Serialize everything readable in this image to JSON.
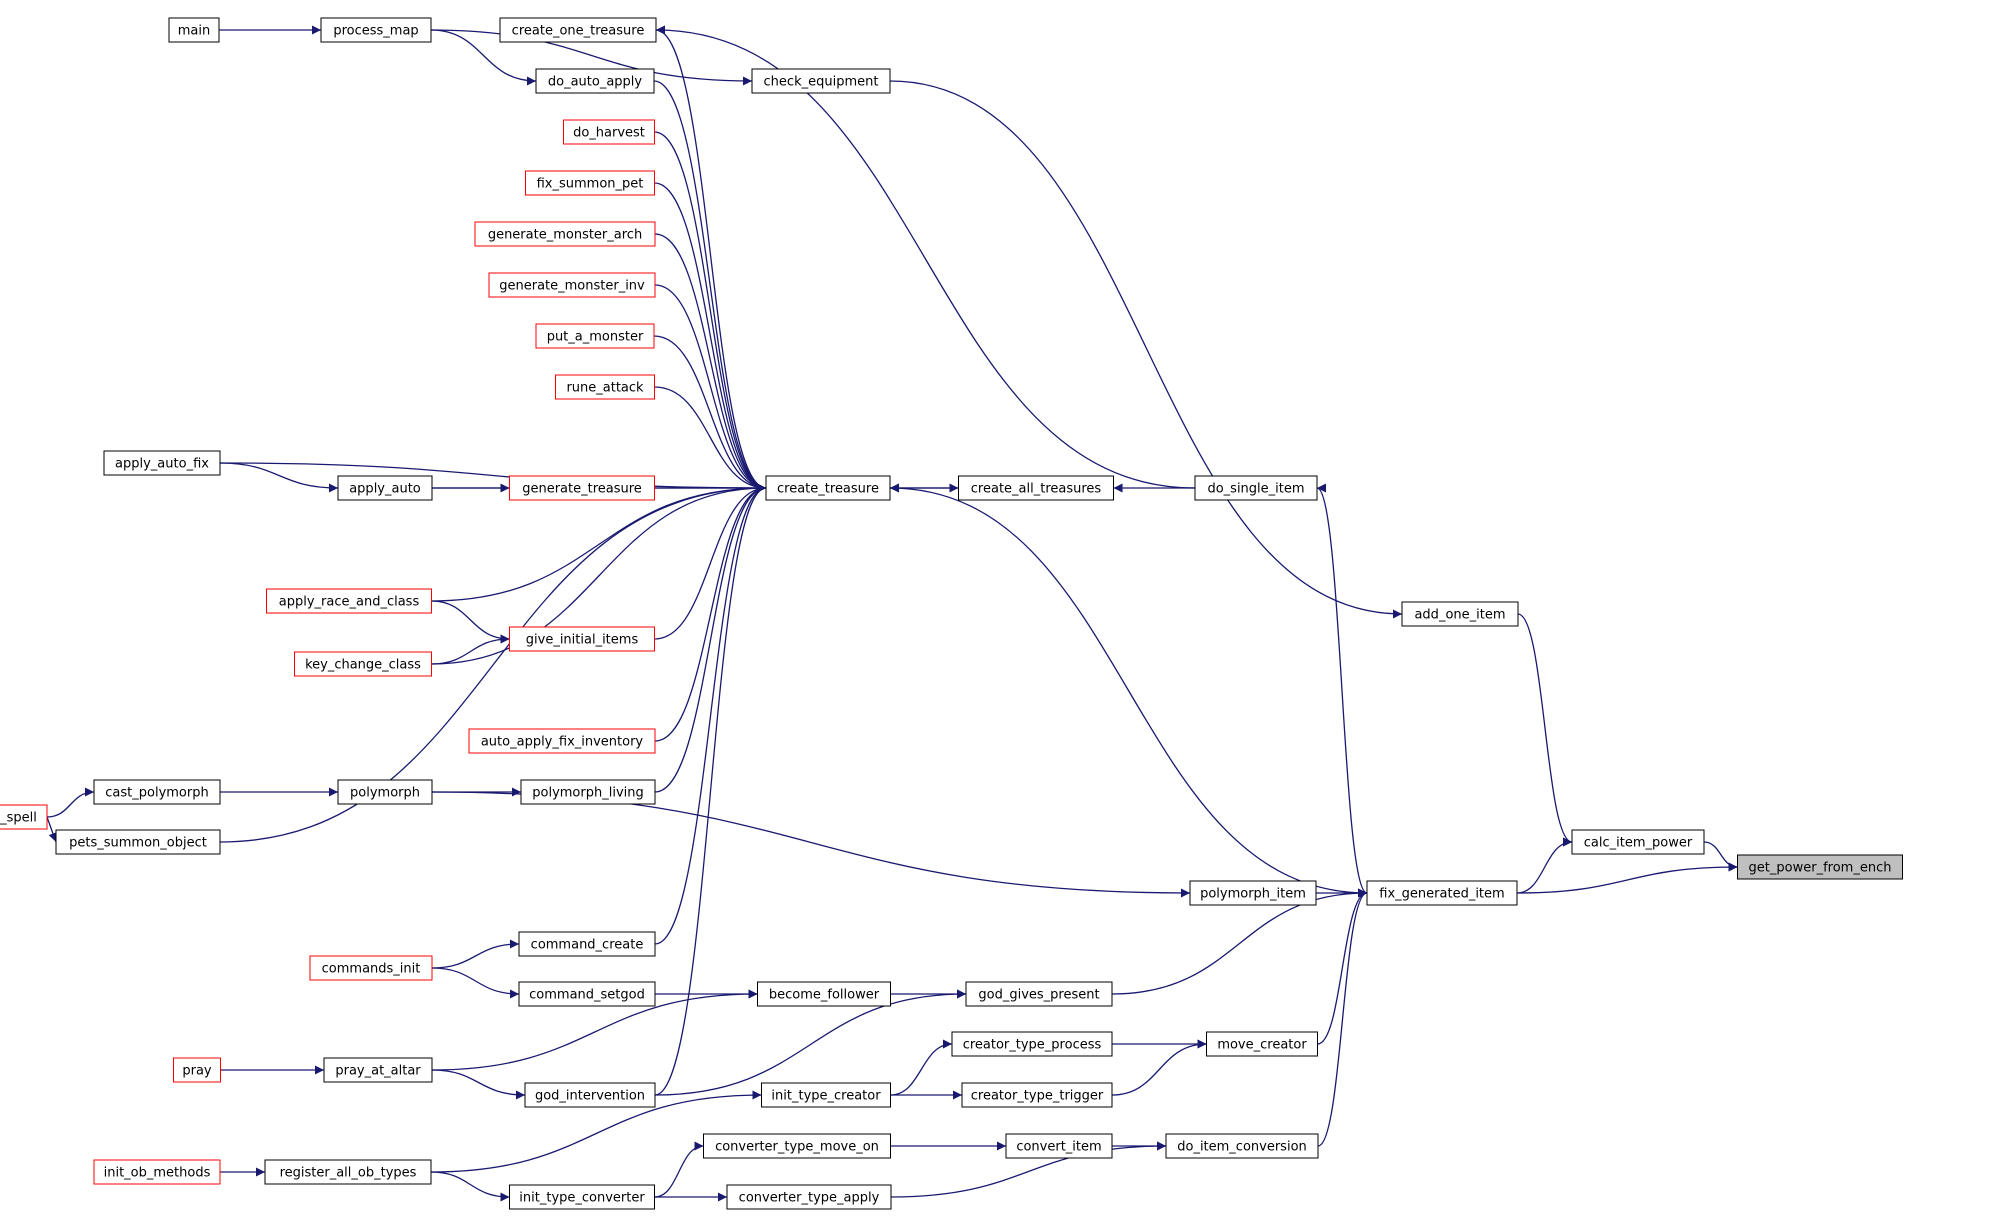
{
  "colors": {
    "edge": "#191970",
    "node_border": "#000000",
    "node_border_truncated": "#ff0000",
    "node_fill": "#ffffff",
    "focus_fill": "#bfbfbf"
  },
  "nodes": [
    {
      "id": "main",
      "label": "main",
      "style": "normal"
    },
    {
      "id": "process_map",
      "label": "process_map",
      "style": "normal"
    },
    {
      "id": "create_one_treasure",
      "label": "create_one_treasure",
      "style": "normal"
    },
    {
      "id": "check_equipment",
      "label": "check_equipment",
      "style": "normal"
    },
    {
      "id": "do_auto_apply",
      "label": "do_auto_apply",
      "style": "normal"
    },
    {
      "id": "do_harvest",
      "label": "do_harvest",
      "style": "truncated"
    },
    {
      "id": "fix_summon_pet",
      "label": "fix_summon_pet",
      "style": "truncated"
    },
    {
      "id": "generate_monster_arch",
      "label": "generate_monster_arch",
      "style": "truncated"
    },
    {
      "id": "generate_monster_inv",
      "label": "generate_monster_inv",
      "style": "truncated"
    },
    {
      "id": "put_a_monster",
      "label": "put_a_monster",
      "style": "truncated"
    },
    {
      "id": "rune_attack",
      "label": "rune_attack",
      "style": "truncated"
    },
    {
      "id": "apply_auto_fix",
      "label": "apply_auto_fix",
      "style": "normal"
    },
    {
      "id": "apply_auto",
      "label": "apply_auto",
      "style": "normal"
    },
    {
      "id": "generate_treasure",
      "label": "generate_treasure",
      "style": "truncated"
    },
    {
      "id": "create_treasure",
      "label": "create_treasure",
      "style": "normal"
    },
    {
      "id": "create_all_treasures",
      "label": "create_all_treasures",
      "style": "normal"
    },
    {
      "id": "do_single_item",
      "label": "do_single_item",
      "style": "normal"
    },
    {
      "id": "apply_race_and_class",
      "label": "apply_race_and_class",
      "style": "truncated"
    },
    {
      "id": "give_initial_items",
      "label": "give_initial_items",
      "style": "truncated"
    },
    {
      "id": "key_change_class",
      "label": "key_change_class",
      "style": "truncated"
    },
    {
      "id": "add_one_item",
      "label": "add_one_item",
      "style": "normal"
    },
    {
      "id": "auto_apply_fix_inventory",
      "label": "auto_apply_fix_inventory",
      "style": "truncated"
    },
    {
      "id": "cast_polymorph",
      "label": "cast_polymorph",
      "style": "normal"
    },
    {
      "id": "polymorph",
      "label": "polymorph",
      "style": "normal"
    },
    {
      "id": "polymorph_living",
      "label": "polymorph_living",
      "style": "normal"
    },
    {
      "id": "cast_spell",
      "label": "cast_spell",
      "style": "truncated"
    },
    {
      "id": "pets_summon_object",
      "label": "pets_summon_object",
      "style": "normal"
    },
    {
      "id": "calc_item_power",
      "label": "calc_item_power",
      "style": "normal"
    },
    {
      "id": "get_power_from_ench",
      "label": "get_power_from_ench",
      "style": "focus"
    },
    {
      "id": "polymorph_item",
      "label": "polymorph_item",
      "style": "normal"
    },
    {
      "id": "fix_generated_item",
      "label": "fix_generated_item",
      "style": "normal"
    },
    {
      "id": "command_create",
      "label": "command_create",
      "style": "normal"
    },
    {
      "id": "commands_init",
      "label": "commands_init",
      "style": "truncated"
    },
    {
      "id": "command_setgod",
      "label": "command_setgod",
      "style": "normal"
    },
    {
      "id": "become_follower",
      "label": "become_follower",
      "style": "normal"
    },
    {
      "id": "god_gives_present",
      "label": "god_gives_present",
      "style": "normal"
    },
    {
      "id": "creator_type_process",
      "label": "creator_type_process",
      "style": "normal"
    },
    {
      "id": "move_creator",
      "label": "move_creator",
      "style": "normal"
    },
    {
      "id": "pray",
      "label": "pray",
      "style": "truncated"
    },
    {
      "id": "pray_at_altar",
      "label": "pray_at_altar",
      "style": "normal"
    },
    {
      "id": "god_intervention",
      "label": "god_intervention",
      "style": "normal"
    },
    {
      "id": "init_type_creator",
      "label": "init_type_creator",
      "style": "normal"
    },
    {
      "id": "creator_type_trigger",
      "label": "creator_type_trigger",
      "style": "normal"
    },
    {
      "id": "converter_type_move_on",
      "label": "converter_type_move_on",
      "style": "normal"
    },
    {
      "id": "convert_item",
      "label": "convert_item",
      "style": "normal"
    },
    {
      "id": "do_item_conversion",
      "label": "do_item_conversion",
      "style": "normal"
    },
    {
      "id": "init_ob_methods",
      "label": "init_ob_methods",
      "style": "truncated"
    },
    {
      "id": "register_all_ob_types",
      "label": "register_all_ob_types",
      "style": "normal"
    },
    {
      "id": "init_type_converter",
      "label": "init_type_converter",
      "style": "normal"
    },
    {
      "id": "converter_type_apply",
      "label": "converter_type_apply",
      "style": "normal"
    }
  ],
  "edges": [
    {
      "from": "main",
      "to": "process_map"
    },
    {
      "from": "process_map",
      "to": "check_equipment"
    },
    {
      "from": "process_map",
      "to": "do_auto_apply"
    },
    {
      "from": "create_treasure",
      "to": "create_one_treasure"
    },
    {
      "from": "do_single_item",
      "to": "create_one_treasure"
    },
    {
      "from": "check_equipment",
      "to": "add_one_item"
    },
    {
      "from": "do_auto_apply",
      "to": "create_treasure"
    },
    {
      "from": "do_harvest",
      "to": "create_treasure"
    },
    {
      "from": "fix_summon_pet",
      "to": "create_treasure"
    },
    {
      "from": "generate_monster_arch",
      "to": "create_treasure"
    },
    {
      "from": "generate_monster_inv",
      "to": "create_treasure"
    },
    {
      "from": "put_a_monster",
      "to": "create_treasure"
    },
    {
      "from": "rune_attack",
      "to": "create_treasure"
    },
    {
      "from": "apply_auto_fix",
      "to": "create_treasure"
    },
    {
      "from": "apply_auto_fix",
      "to": "apply_auto"
    },
    {
      "from": "apply_auto",
      "to": "generate_treasure"
    },
    {
      "from": "apply_auto",
      "to": "create_treasure"
    },
    {
      "from": "generate_treasure",
      "to": "create_treasure"
    },
    {
      "from": "create_all_treasures",
      "to": "create_treasure"
    },
    {
      "from": "create_treasure",
      "to": "create_all_treasures"
    },
    {
      "from": "do_single_item",
      "to": "create_all_treasures"
    },
    {
      "from": "fix_generated_item",
      "to": "do_single_item"
    },
    {
      "from": "apply_race_and_class",
      "to": "create_treasure"
    },
    {
      "from": "apply_race_and_class",
      "to": "give_initial_items"
    },
    {
      "from": "give_initial_items",
      "to": "create_treasure"
    },
    {
      "from": "key_change_class",
      "to": "give_initial_items"
    },
    {
      "from": "key_change_class",
      "to": "create_treasure"
    },
    {
      "from": "auto_apply_fix_inventory",
      "to": "create_treasure"
    },
    {
      "from": "cast_spell",
      "to": "cast_polymorph"
    },
    {
      "from": "cast_spell",
      "to": "pets_summon_object"
    },
    {
      "from": "cast_polymorph",
      "to": "polymorph"
    },
    {
      "from": "polymorph",
      "to": "polymorph_living"
    },
    {
      "from": "polymorph_living",
      "to": "create_treasure"
    },
    {
      "from": "pets_summon_object",
      "to": "create_treasure"
    },
    {
      "from": "polymorph",
      "to": "polymorph_item"
    },
    {
      "from": "polymorph_item",
      "to": "fix_generated_item"
    },
    {
      "from": "fix_generated_item",
      "to": "create_treasure"
    },
    {
      "from": "add_one_item",
      "to": "calc_item_power"
    },
    {
      "from": "fix_generated_item",
      "to": "calc_item_power"
    },
    {
      "from": "calc_item_power",
      "to": "get_power_from_ench"
    },
    {
      "from": "fix_generated_item",
      "to": "get_power_from_ench"
    },
    {
      "from": "command_create",
      "to": "create_treasure"
    },
    {
      "from": "commands_init",
      "to": "command_create"
    },
    {
      "from": "commands_init",
      "to": "command_setgod"
    },
    {
      "from": "command_setgod",
      "to": "become_follower"
    },
    {
      "from": "become_follower",
      "to": "god_gives_present"
    },
    {
      "from": "god_gives_present",
      "to": "fix_generated_item"
    },
    {
      "from": "pray",
      "to": "pray_at_altar"
    },
    {
      "from": "pray_at_altar",
      "to": "become_follower"
    },
    {
      "from": "pray_at_altar",
      "to": "god_intervention"
    },
    {
      "from": "god_intervention",
      "to": "create_treasure"
    },
    {
      "from": "god_intervention",
      "to": "god_gives_present"
    },
    {
      "from": "creator_type_process",
      "to": "move_creator"
    },
    {
      "from": "creator_type_trigger",
      "to": "move_creator"
    },
    {
      "from": "move_creator",
      "to": "fix_generated_item"
    },
    {
      "from": "init_type_creator",
      "to": "creator_type_process"
    },
    {
      "from": "init_type_creator",
      "to": "creator_type_trigger"
    },
    {
      "from": "register_all_ob_types",
      "to": "init_type_creator"
    },
    {
      "from": "register_all_ob_types",
      "to": "init_type_converter"
    },
    {
      "from": "init_ob_methods",
      "to": "register_all_ob_types"
    },
    {
      "from": "init_type_converter",
      "to": "converter_type_move_on"
    },
    {
      "from": "init_type_converter",
      "to": "converter_type_apply"
    },
    {
      "from": "converter_type_move_on",
      "to": "convert_item"
    },
    {
      "from": "convert_item",
      "to": "do_item_conversion"
    },
    {
      "from": "converter_type_apply",
      "to": "do_item_conversion"
    },
    {
      "from": "do_item_conversion",
      "to": "fix_generated_item"
    }
  ]
}
